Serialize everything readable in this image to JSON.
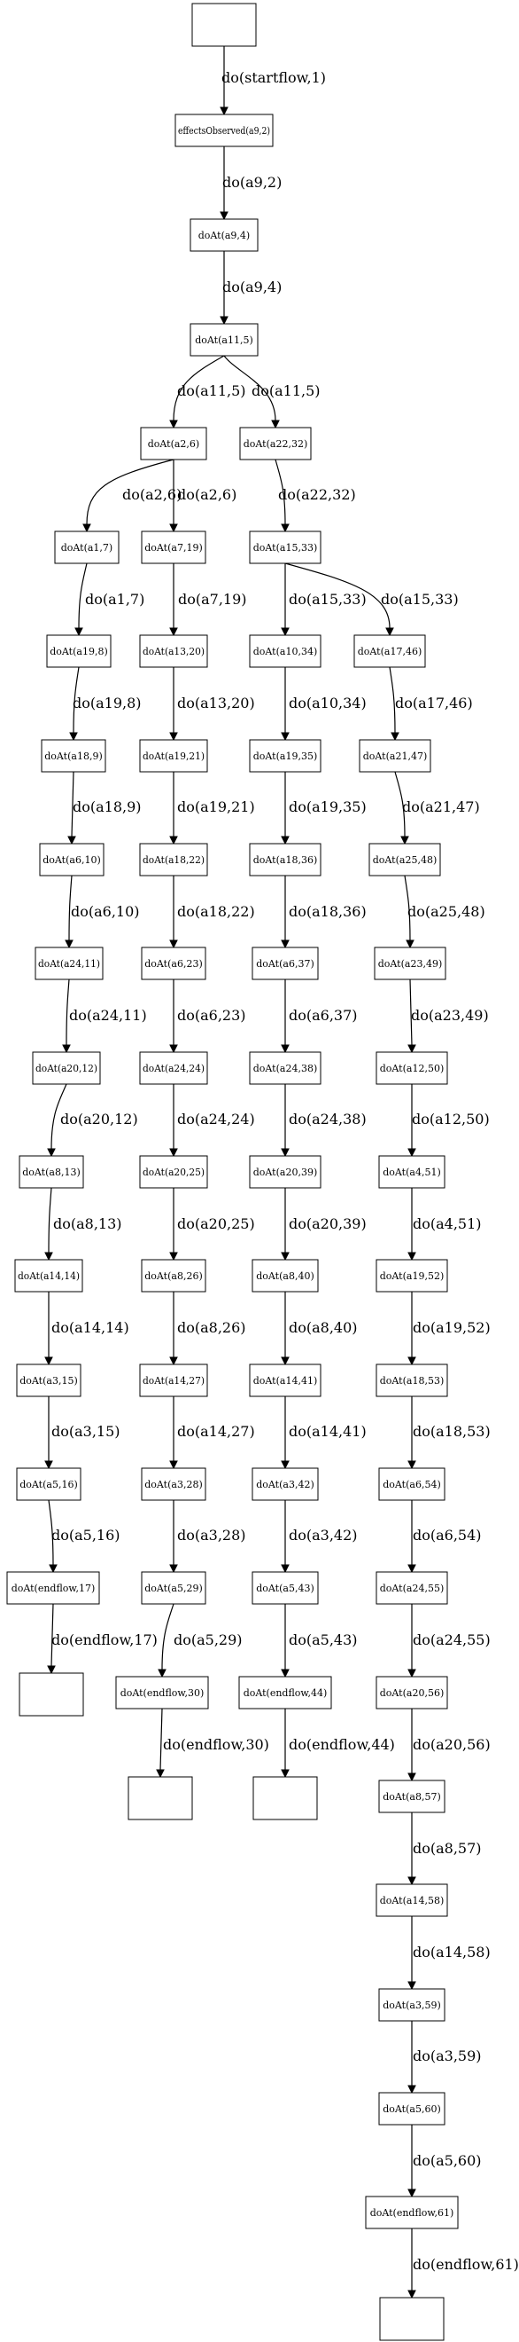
{
  "diagram": {
    "nodes": [
      {
        "id": "n0",
        "label": ""
      },
      {
        "id": "n1",
        "label": "effectsObserved(a9,2)"
      },
      {
        "id": "n2",
        "label": "doAt(a9,4)"
      },
      {
        "id": "n3",
        "label": "doAt(a11,5)"
      },
      {
        "id": "n4",
        "label": "doAt(a2,6)"
      },
      {
        "id": "n5",
        "label": "doAt(a22,32)"
      },
      {
        "id": "n6",
        "label": "doAt(a1,7)"
      },
      {
        "id": "n7",
        "label": "doAt(a7,19)"
      },
      {
        "id": "n8",
        "label": "doAt(a15,33)"
      },
      {
        "id": "n9",
        "label": "doAt(a19,8)"
      },
      {
        "id": "n10",
        "label": "doAt(a13,20)"
      },
      {
        "id": "n11",
        "label": "doAt(a10,34)"
      },
      {
        "id": "n12",
        "label": "doAt(a17,46)"
      },
      {
        "id": "n13",
        "label": "doAt(a18,9)"
      },
      {
        "id": "n14",
        "label": "doAt(a19,21)"
      },
      {
        "id": "n15",
        "label": "doAt(a19,35)"
      },
      {
        "id": "n16",
        "label": "doAt(a21,47)"
      },
      {
        "id": "n17",
        "label": "doAt(a6,10)"
      },
      {
        "id": "n18",
        "label": "doAt(a18,22)"
      },
      {
        "id": "n19",
        "label": "doAt(a18,36)"
      },
      {
        "id": "n20",
        "label": "doAt(a25,48)"
      },
      {
        "id": "n21",
        "label": "doAt(a24,11)"
      },
      {
        "id": "n22",
        "label": "doAt(a6,23)"
      },
      {
        "id": "n23",
        "label": "doAt(a6,37)"
      },
      {
        "id": "n24",
        "label": "doAt(a23,49)"
      },
      {
        "id": "n25",
        "label": "doAt(a20,12)"
      },
      {
        "id": "n26",
        "label": "doAt(a24,24)"
      },
      {
        "id": "n27",
        "label": "doAt(a24,38)"
      },
      {
        "id": "n28",
        "label": "doAt(a12,50)"
      },
      {
        "id": "n29",
        "label": "doAt(a8,13)"
      },
      {
        "id": "n30",
        "label": "doAt(a20,25)"
      },
      {
        "id": "n31",
        "label": "doAt(a20,39)"
      },
      {
        "id": "n32",
        "label": "doAt(a4,51)"
      },
      {
        "id": "n33",
        "label": "doAt(a14,14)"
      },
      {
        "id": "n34",
        "label": "doAt(a8,26)"
      },
      {
        "id": "n35",
        "label": "doAt(a8,40)"
      },
      {
        "id": "n36",
        "label": "doAt(a19,52)"
      },
      {
        "id": "n37",
        "label": "doAt(a3,15)"
      },
      {
        "id": "n38",
        "label": "doAt(a14,27)"
      },
      {
        "id": "n39",
        "label": "doAt(a14,41)"
      },
      {
        "id": "n40",
        "label": "doAt(a18,53)"
      },
      {
        "id": "n41",
        "label": "doAt(a5,16)"
      },
      {
        "id": "n42",
        "label": "doAt(a3,28)"
      },
      {
        "id": "n43",
        "label": "doAt(a3,42)"
      },
      {
        "id": "n44",
        "label": "doAt(a6,54)"
      },
      {
        "id": "n45",
        "label": "doAt(endflow,17)"
      },
      {
        "id": "n46",
        "label": "doAt(a5,29)"
      },
      {
        "id": "n47",
        "label": "doAt(a5,43)"
      },
      {
        "id": "n48",
        "label": "doAt(a24,55)"
      },
      {
        "id": "n49",
        "label": ""
      },
      {
        "id": "n50",
        "label": "doAt(endflow,30)"
      },
      {
        "id": "n51",
        "label": "doAt(endflow,44)"
      },
      {
        "id": "n52",
        "label": "doAt(a20,56)"
      },
      {
        "id": "n53",
        "label": ""
      },
      {
        "id": "n54",
        "label": ""
      },
      {
        "id": "n55",
        "label": "doAt(a8,57)"
      },
      {
        "id": "n56",
        "label": "doAt(a14,58)"
      },
      {
        "id": "n57",
        "label": "doAt(a3,59)"
      },
      {
        "id": "n58",
        "label": "doAt(a5,60)"
      },
      {
        "id": "n59",
        "label": "doAt(endflow,61)"
      },
      {
        "id": "n60",
        "label": ""
      }
    ],
    "edges": [
      {
        "from": "n0",
        "to": "n1",
        "label": "do(startflow,1)"
      },
      {
        "from": "n1",
        "to": "n2",
        "label": "do(a9,2)"
      },
      {
        "from": "n2",
        "to": "n3",
        "label": "do(a9,4)"
      },
      {
        "from": "n3",
        "to": "n4",
        "label": "do(a11,5)"
      },
      {
        "from": "n3",
        "to": "n5",
        "label": "do(a11,5)"
      },
      {
        "from": "n4",
        "to": "n6",
        "label": "do(a2,6)"
      },
      {
        "from": "n4",
        "to": "n7",
        "label": "do(a2,6)"
      },
      {
        "from": "n5",
        "to": "n8",
        "label": "do(a22,32)"
      },
      {
        "from": "n6",
        "to": "n9",
        "label": "do(a1,7)"
      },
      {
        "from": "n7",
        "to": "n10",
        "label": "do(a7,19)"
      },
      {
        "from": "n8",
        "to": "n11",
        "label": "do(a15,33)"
      },
      {
        "from": "n8",
        "to": "n12",
        "label": "do(a15,33)"
      },
      {
        "from": "n9",
        "to": "n13",
        "label": "do(a19,8)"
      },
      {
        "from": "n10",
        "to": "n14",
        "label": "do(a13,20)"
      },
      {
        "from": "n11",
        "to": "n15",
        "label": "do(a10,34)"
      },
      {
        "from": "n12",
        "to": "n16",
        "label": "do(a17,46)"
      },
      {
        "from": "n13",
        "to": "n17",
        "label": "do(a18,9)"
      },
      {
        "from": "n14",
        "to": "n18",
        "label": "do(a19,21)"
      },
      {
        "from": "n15",
        "to": "n19",
        "label": "do(a19,35)"
      },
      {
        "from": "n16",
        "to": "n20",
        "label": "do(a21,47)"
      },
      {
        "from": "n17",
        "to": "n21",
        "label": "do(a6,10)"
      },
      {
        "from": "n18",
        "to": "n22",
        "label": "do(a18,22)"
      },
      {
        "from": "n19",
        "to": "n23",
        "label": "do(a18,36)"
      },
      {
        "from": "n20",
        "to": "n24",
        "label": "do(a25,48)"
      },
      {
        "from": "n21",
        "to": "n25",
        "label": "do(a24,11)"
      },
      {
        "from": "n22",
        "to": "n26",
        "label": "do(a6,23)"
      },
      {
        "from": "n23",
        "to": "n27",
        "label": "do(a6,37)"
      },
      {
        "from": "n24",
        "to": "n28",
        "label": "do(a23,49)"
      },
      {
        "from": "n25",
        "to": "n29",
        "label": "do(a20,12)"
      },
      {
        "from": "n26",
        "to": "n30",
        "label": "do(a24,24)"
      },
      {
        "from": "n27",
        "to": "n31",
        "label": "do(a24,38)"
      },
      {
        "from": "n28",
        "to": "n32",
        "label": "do(a12,50)"
      },
      {
        "from": "n29",
        "to": "n33",
        "label": "do(a8,13)"
      },
      {
        "from": "n30",
        "to": "n34",
        "label": "do(a20,25)"
      },
      {
        "from": "n31",
        "to": "n35",
        "label": "do(a20,39)"
      },
      {
        "from": "n32",
        "to": "n36",
        "label": "do(a4,51)"
      },
      {
        "from": "n33",
        "to": "n37",
        "label": "do(a14,14)"
      },
      {
        "from": "n34",
        "to": "n38",
        "label": "do(a8,26)"
      },
      {
        "from": "n35",
        "to": "n39",
        "label": "do(a8,40)"
      },
      {
        "from": "n36",
        "to": "n40",
        "label": "do(a19,52)"
      },
      {
        "from": "n37",
        "to": "n41",
        "label": "do(a3,15)"
      },
      {
        "from": "n38",
        "to": "n42",
        "label": "do(a14,27)"
      },
      {
        "from": "n39",
        "to": "n43",
        "label": "do(a14,41)"
      },
      {
        "from": "n40",
        "to": "n44",
        "label": "do(a18,53)"
      },
      {
        "from": "n41",
        "to": "n45",
        "label": "do(a5,16)"
      },
      {
        "from": "n42",
        "to": "n46",
        "label": "do(a3,28)"
      },
      {
        "from": "n43",
        "to": "n47",
        "label": "do(a3,42)"
      },
      {
        "from": "n44",
        "to": "n48",
        "label": "do(a6,54)"
      },
      {
        "from": "n45",
        "to": "n49",
        "label": "do(endflow,17)"
      },
      {
        "from": "n46",
        "to": "n50",
        "label": "do(a5,29)"
      },
      {
        "from": "n47",
        "to": "n51",
        "label": "do(a5,43)"
      },
      {
        "from": "n48",
        "to": "n52",
        "label": "do(a24,55)"
      },
      {
        "from": "n50",
        "to": "n53",
        "label": "do(endflow,30)"
      },
      {
        "from": "n51",
        "to": "n54",
        "label": "do(endflow,44)"
      },
      {
        "from": "n52",
        "to": "n55",
        "label": "do(a20,56)"
      },
      {
        "from": "n55",
        "to": "n56",
        "label": "do(a8,57)"
      },
      {
        "from": "n56",
        "to": "n57",
        "label": "do(a14,58)"
      },
      {
        "from": "n57",
        "to": "n58",
        "label": "do(a3,59)"
      },
      {
        "from": "n58",
        "to": "n59",
        "label": "do(a5,60)"
      },
      {
        "from": "n59",
        "to": "n60",
        "label": "do(endflow,61)"
      }
    ]
  }
}
